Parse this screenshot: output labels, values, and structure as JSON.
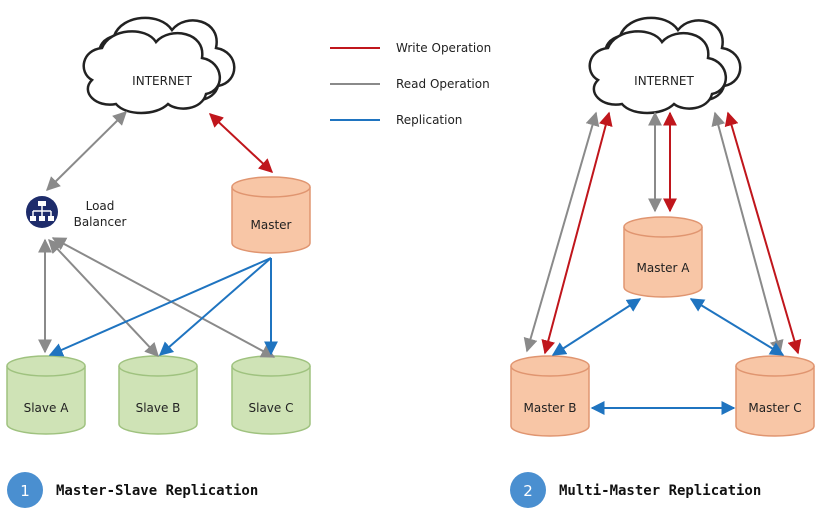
{
  "legend": {
    "write": "Write Operation",
    "read": "Read Operation",
    "replication": "Replication"
  },
  "colors": {
    "write": "#c0161c",
    "read": "#8a8a8a",
    "replication": "#1f74c0",
    "master_fill": "#f8c6a6",
    "master_stroke": "#e09570",
    "slave_fill": "#cfe3b6",
    "slave_stroke": "#9fc27f",
    "badge": "#4a8fd0",
    "load_balancer": "#1e2c6b"
  },
  "left": {
    "internet": "INTERNET",
    "load_balancer_line1": "Load",
    "load_balancer_line2": "Balancer",
    "master": "Master",
    "slave_a": "Slave A",
    "slave_b": "Slave B",
    "slave_c": "Slave C",
    "badge": "1",
    "title": "Master-Slave Replication"
  },
  "right": {
    "internet": "INTERNET",
    "master_a": "Master A",
    "master_b": "Master B",
    "master_c": "Master C",
    "badge": "2",
    "title": "Multi-Master Replication"
  }
}
